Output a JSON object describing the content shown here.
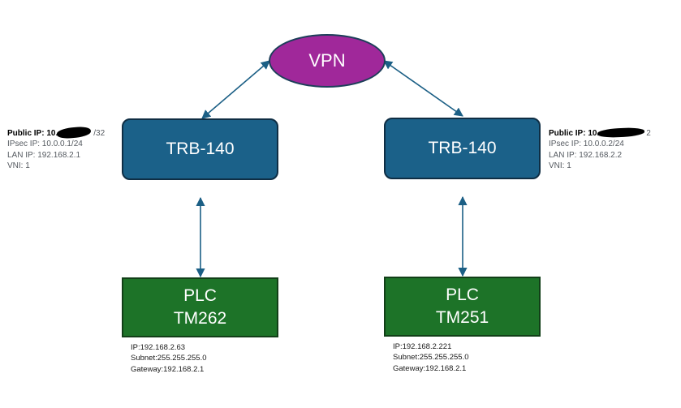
{
  "vpn": {
    "label": "VPN"
  },
  "routers": [
    {
      "label": "TRB-140",
      "public_ip_label": "Public IP:",
      "public_ip_value_start": "10.",
      "public_ip_value_end": "/32",
      "ipsec": "IPsec IP: 10.0.0.1/24",
      "lan": "LAN IP: 192.168.2.1",
      "vni": "VNI: 1"
    },
    {
      "label": "TRB-140",
      "public_ip_label": "Public IP:",
      "public_ip_value_start": "10.",
      "public_ip_value_end": "2",
      "ipsec": "IPsec IP: 10.0.0.2/24",
      "lan": "LAN IP: 192.168.2.2",
      "vni": "VNI: 1"
    }
  ],
  "plcs": [
    {
      "line1": "PLC",
      "line2": "TM262",
      "ip": "IP:192.168.2.63",
      "subnet": "Subnet:255.255.255.0",
      "gateway": "Gateway:192.168.2.1"
    },
    {
      "line1": "PLC",
      "line2": "TM251",
      "ip": "IP:192.168.2.221",
      "subnet": "Subnet:255.255.255.0",
      "gateway": "Gateway:192.168.2.1"
    }
  ],
  "colors": {
    "vpn_fill": "#a0289a",
    "router_fill": "#1b6189",
    "plc_fill": "#1d7328",
    "connector": "#1b5f85"
  }
}
